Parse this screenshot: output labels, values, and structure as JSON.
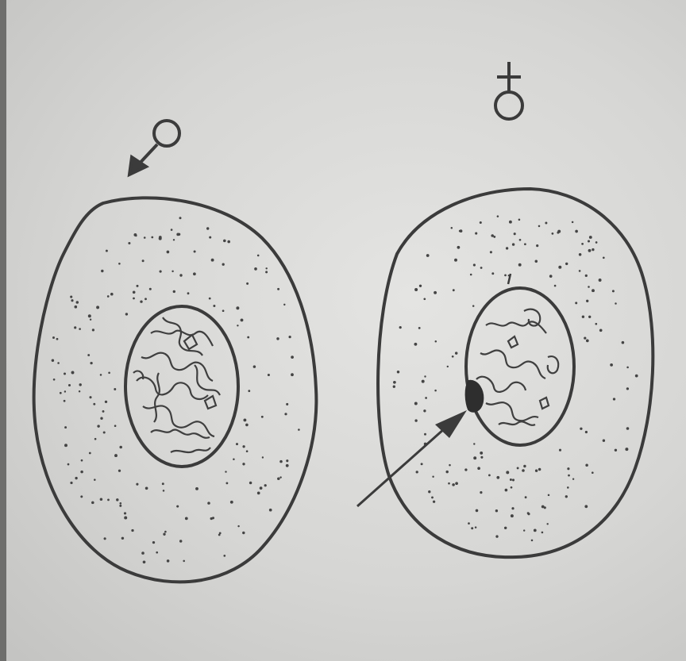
{
  "diagram": {
    "ink_color": "#3b3b3b",
    "paper_color": "#dcdcda",
    "cells": [
      {
        "id": "male",
        "symbol": "male-symbol-icon"
      },
      {
        "id": "female",
        "symbol": "female-symbol-icon",
        "marked_body": "barr-body"
      }
    ]
  }
}
